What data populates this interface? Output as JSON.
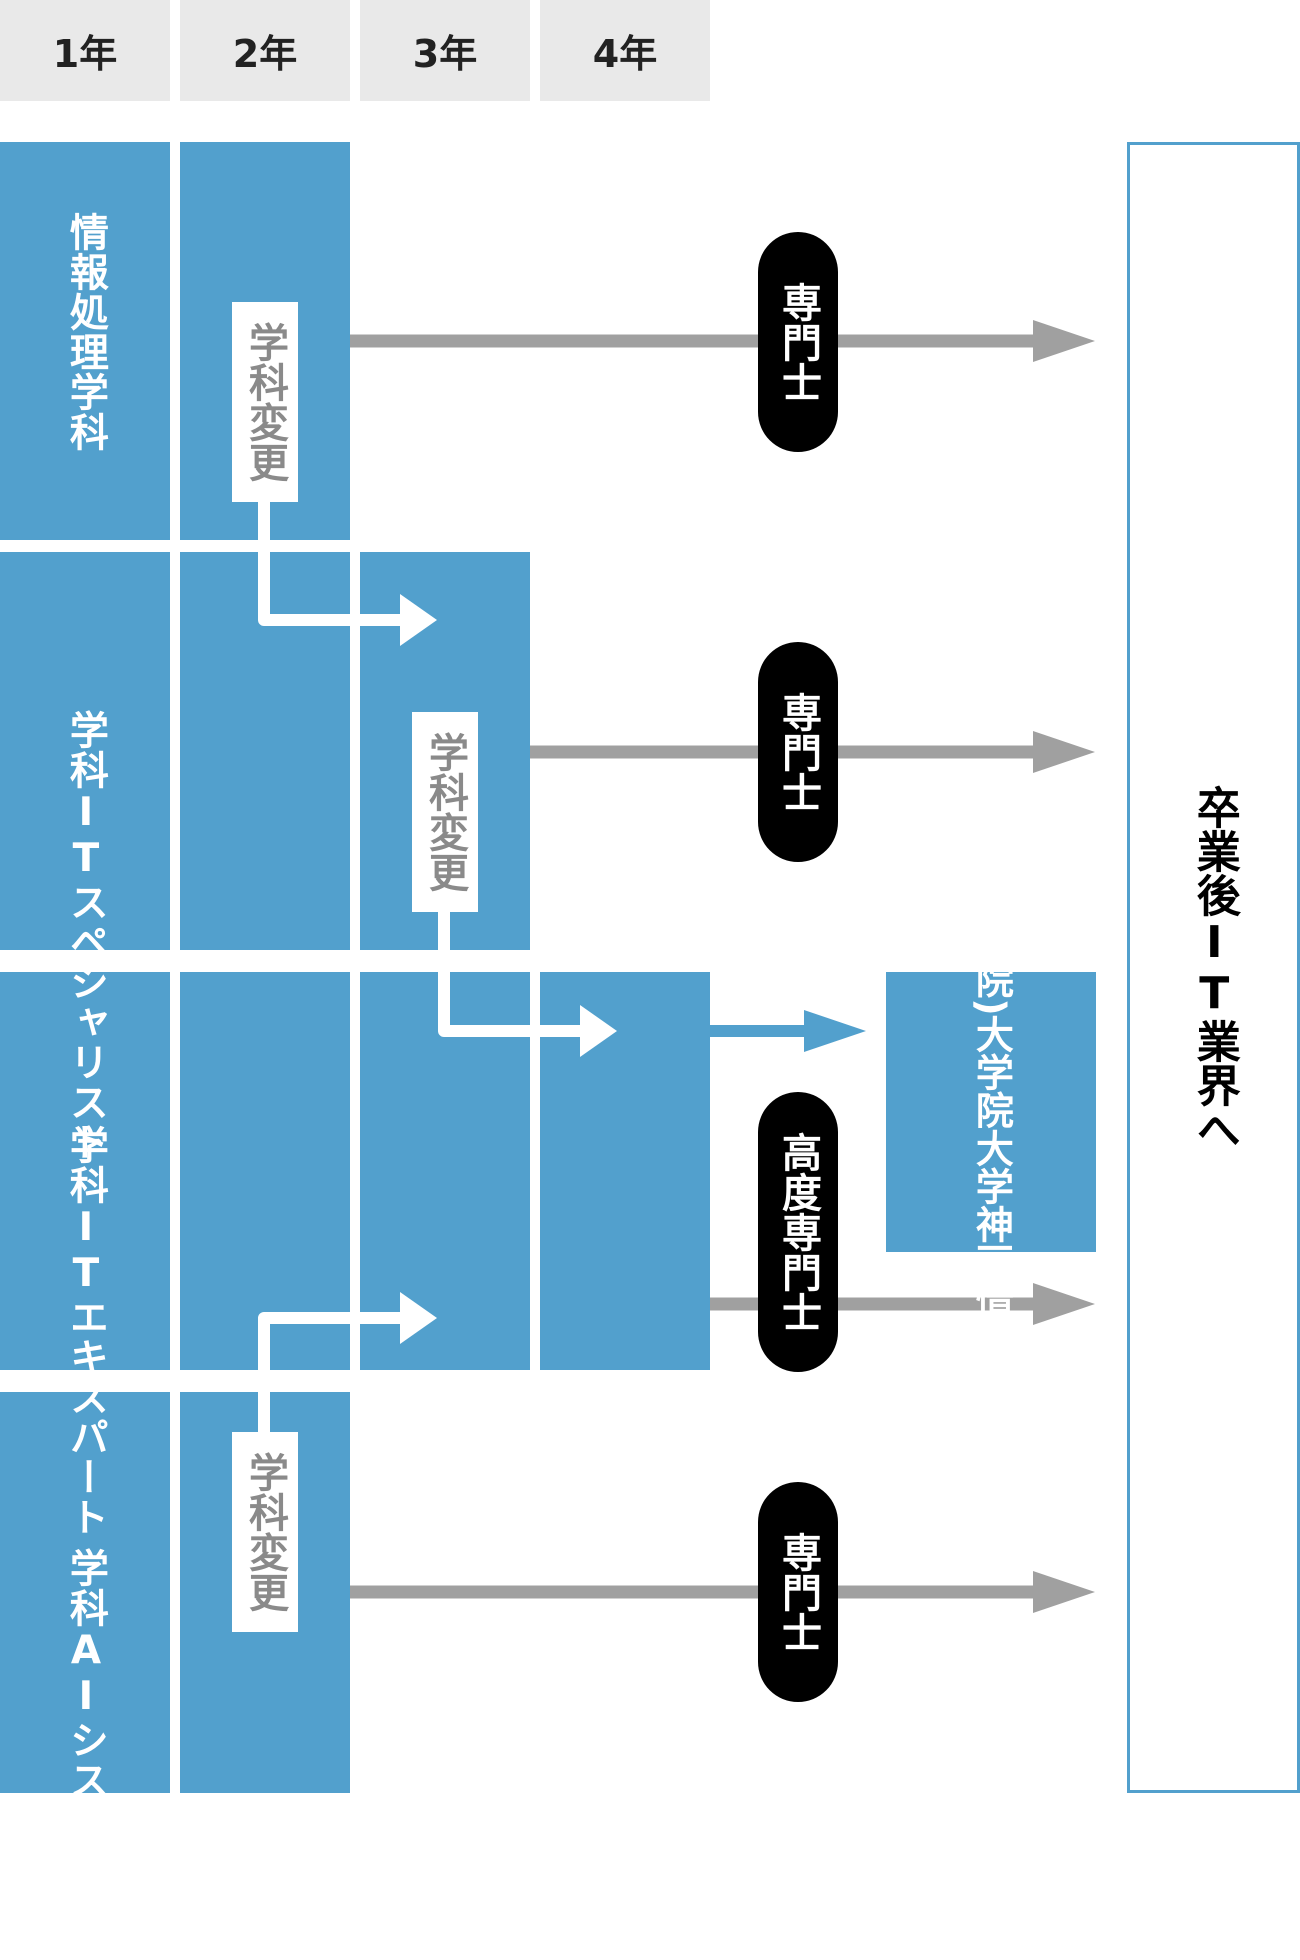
{
  "years": [
    "1年",
    "2年",
    "3年",
    "4年"
  ],
  "departments": [
    {
      "name": "情報処理学科"
    },
    {
      "name_lines": [
        "ITスペシャリスト",
        "学科"
      ]
    },
    {
      "name_lines": [
        "ITエキスパート",
        "学科"
      ]
    },
    {
      "name_lines": [
        "AIシステム開発",
        "学科"
      ]
    }
  ],
  "transfer_label": "学科変更",
  "pills": {
    "specialist": "専門士",
    "advanced": "高度専門士"
  },
  "graduate_school": {
    "lines": [
      "神戸情報",
      "大学院大学",
      "(大学院)"
    ]
  },
  "career": "卒業後IT業界へ",
  "colors": {
    "department_blue": "#52a0cd",
    "year_tab_gray": "#e9e9e9",
    "arrow_gray": "#a0a0a0",
    "pill_black": "#000000"
  }
}
